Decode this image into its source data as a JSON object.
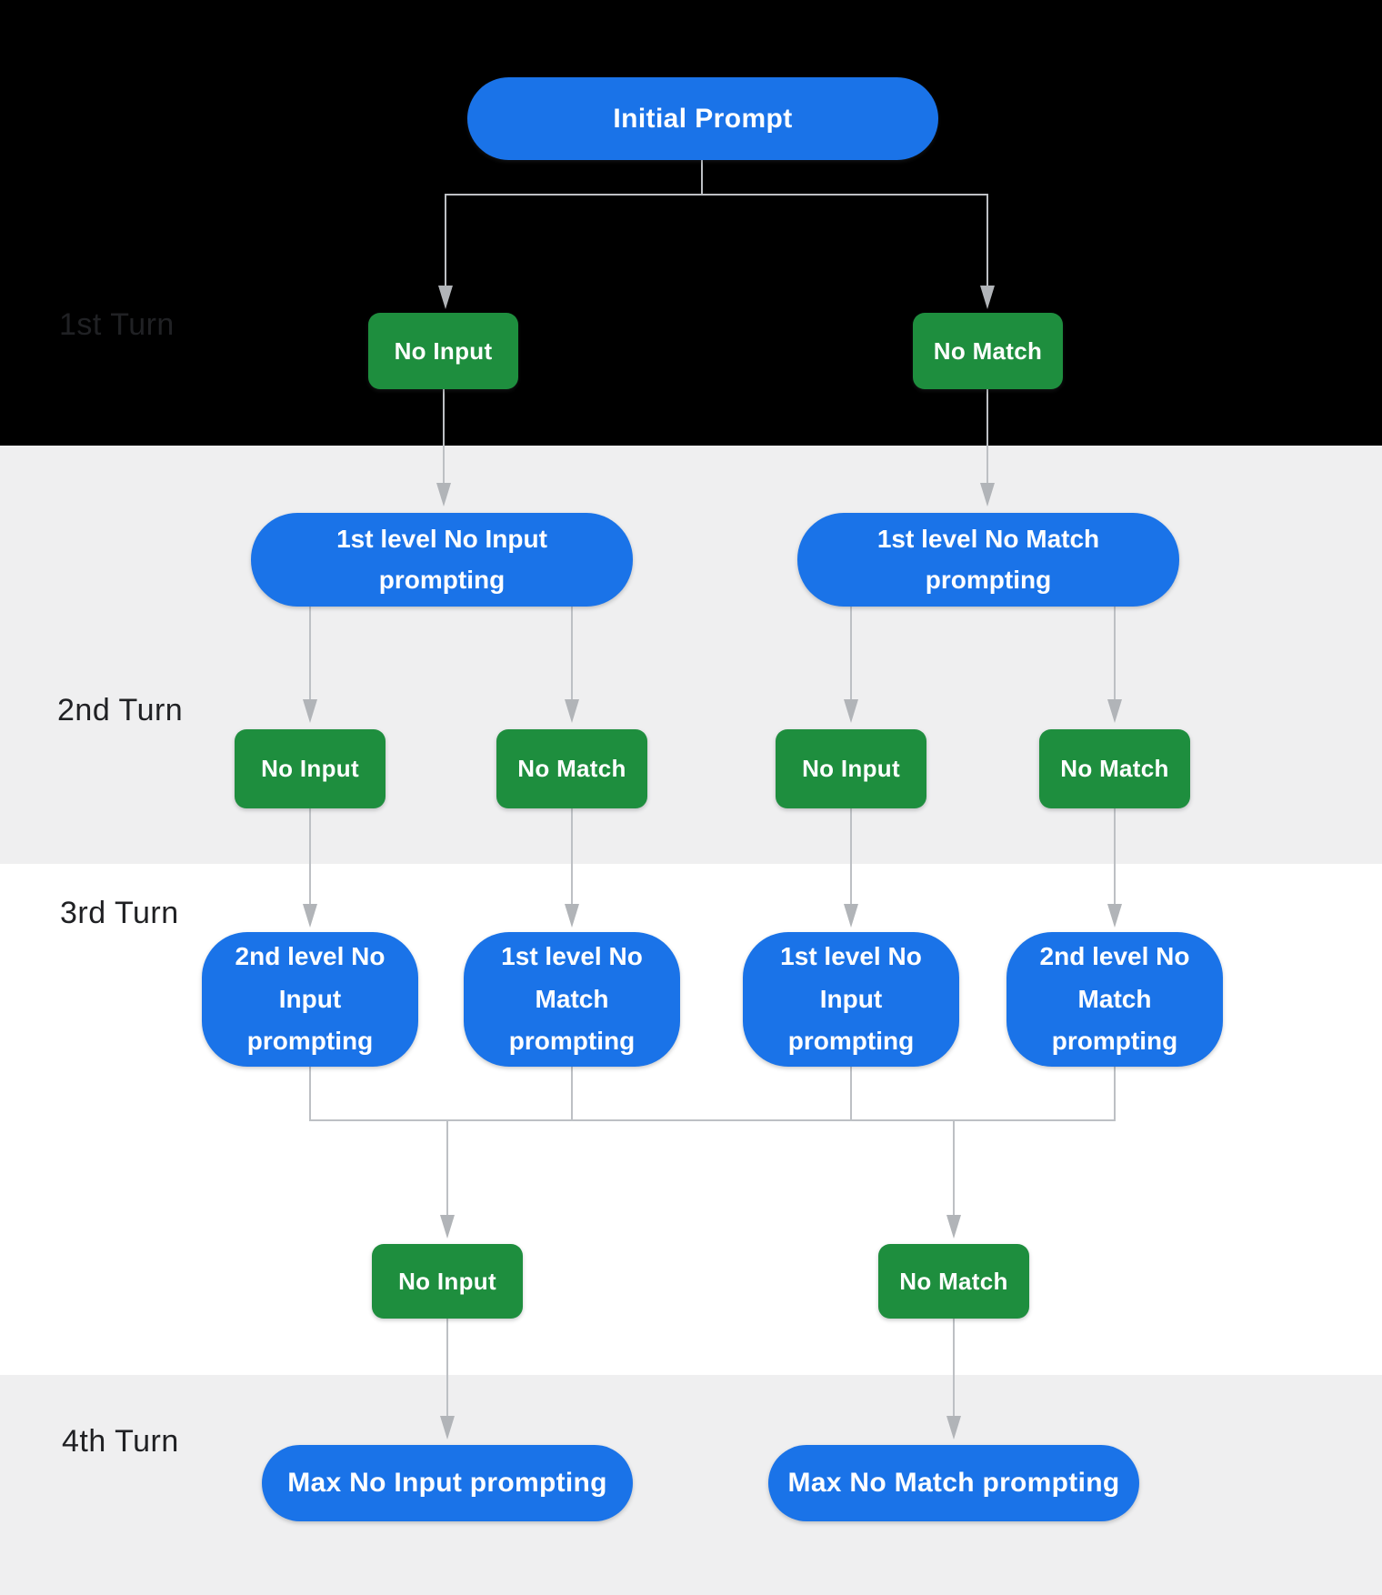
{
  "diagram": {
    "type": "flowchart",
    "turns": [
      "1st Turn",
      "2nd Turn",
      "3rd Turn",
      "4th Turn"
    ],
    "nodes": {
      "initial": "Initial Prompt",
      "turn1_events": [
        "No Input",
        "No Match"
      ],
      "turn2_prompts": [
        "1st level No Input prompting",
        "1st level No Match prompting"
      ],
      "turn2_events": [
        "No Input",
        "No Match",
        "No Input",
        "No Match"
      ],
      "turn3_prompts": [
        "2nd level No Input prompting",
        "1st level No Match prompting",
        "1st level No Input prompting",
        "2nd level No Match prompting"
      ],
      "turn3_events": [
        "No Input",
        "No Match"
      ],
      "turn4_prompts": [
        "Max No Input prompting",
        "Max No Match prompting"
      ]
    },
    "colors": {
      "prompt_node_blue": "#1a73e8",
      "event_node_green": "#1e8e3e",
      "connector_gray": "#bdc0c4",
      "band_dark": "#000000",
      "band_gray": "#efeff0",
      "band_white": "#ffffff",
      "turn_label_text": "#202124"
    }
  }
}
